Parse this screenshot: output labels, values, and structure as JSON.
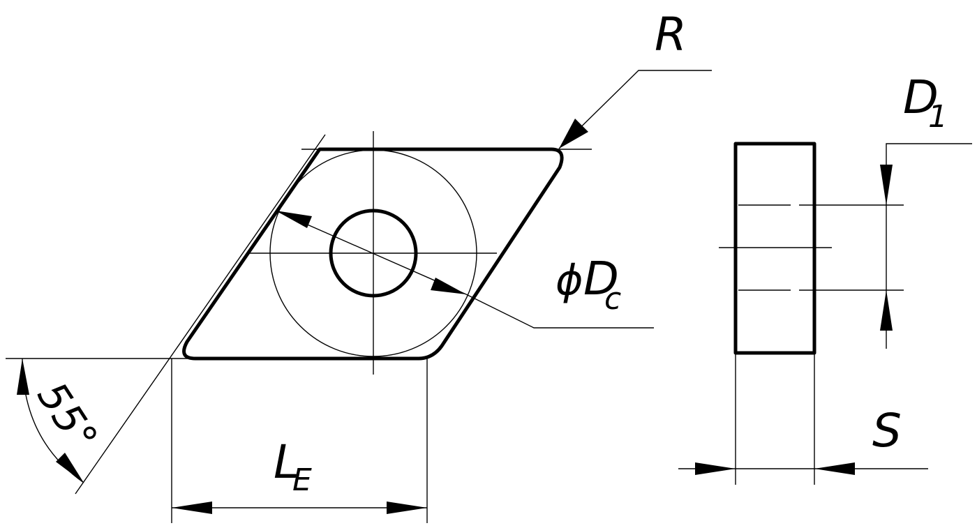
{
  "labels": {
    "radius": "R",
    "diameter_symbol": "ϕ",
    "diameter_main": "D",
    "diameter_sub": "c",
    "hole_main": "D",
    "hole_sub": "1",
    "angle": "55°",
    "length_main": "L",
    "length_sub": "E",
    "thickness": "S"
  },
  "colors": {
    "line": "#000000",
    "background": "#ffffff"
  }
}
